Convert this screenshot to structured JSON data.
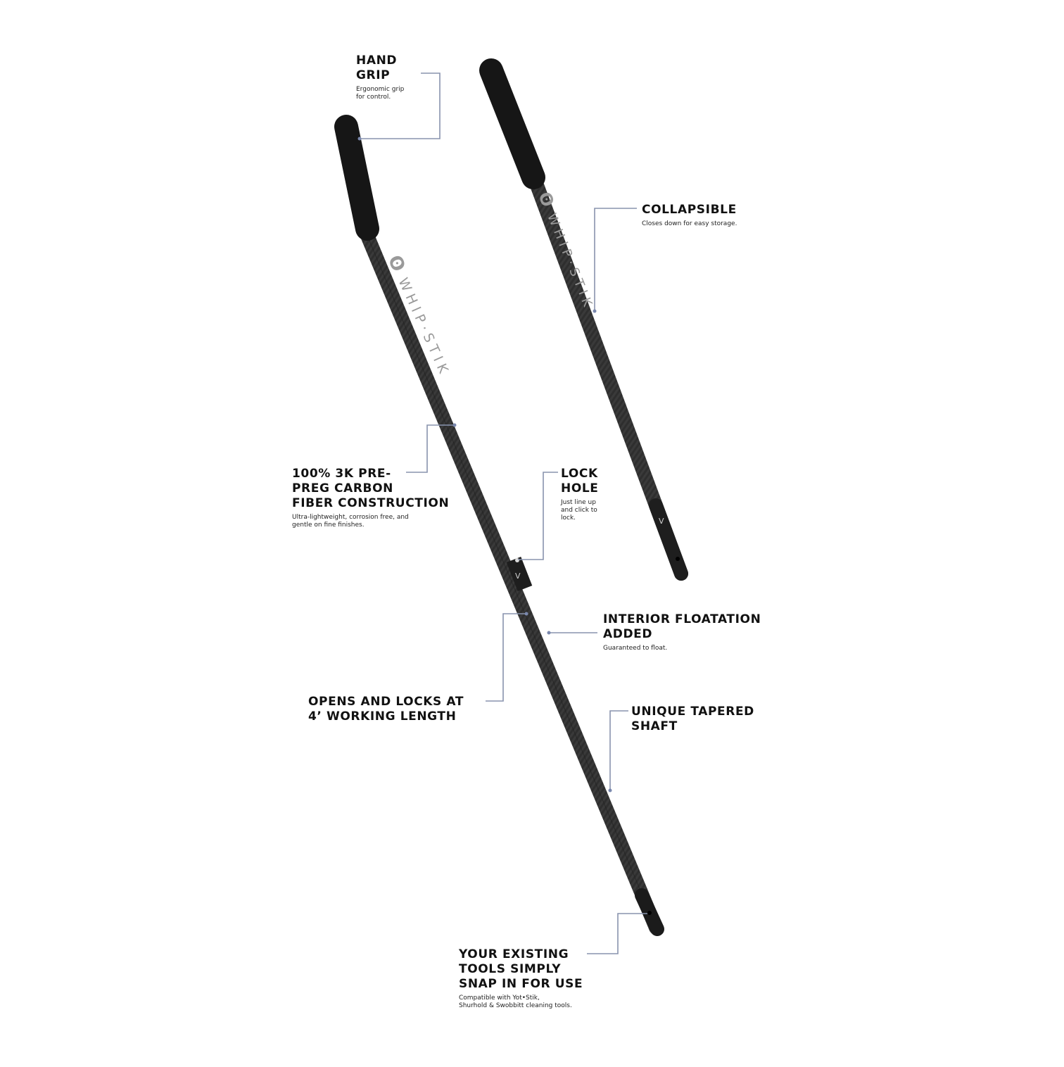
{
  "colors": {
    "leader": "#8893ad",
    "grip": "#161616",
    "shaft": "#3b3b3b",
    "shaft_dark": "#272727",
    "brand_text": "#9a9a9a"
  },
  "brand_wordmark": "WHIP·STIK",
  "callouts": {
    "hand_grip": {
      "title": "HAND\nGRIP",
      "desc": "Ergonomic grip\nfor control."
    },
    "collapsible": {
      "title": "COLLAPSIBLE",
      "desc": "Closes down for easy storage."
    },
    "carbon": {
      "title": "100% 3K PRE-\nPREG CARBON\nFIBER CONSTRUCTION",
      "desc": "Ultra-lightweight, corrosion free, and\ngentle on fine finishes."
    },
    "lock_hole": {
      "title": "LOCK\nHOLE",
      "desc": "Just line up\nand click to\nlock."
    },
    "floatation": {
      "title": "INTERIOR FLOATATION\nADDED",
      "desc": "Guaranteed to float."
    },
    "opens_locks": {
      "title": "OPENS AND LOCKS AT\n4’ WORKING LENGTH",
      "desc": ""
    },
    "tapered": {
      "title": "UNIQUE TAPERED\nSHAFT",
      "desc": ""
    },
    "tools": {
      "title": "YOUR EXISTING\nTOOLS SIMPLY\nSNAP IN FOR USE",
      "desc": "Compatible with Yot•Stik,\nShurhold & Swobbitt cleaning tools."
    }
  }
}
